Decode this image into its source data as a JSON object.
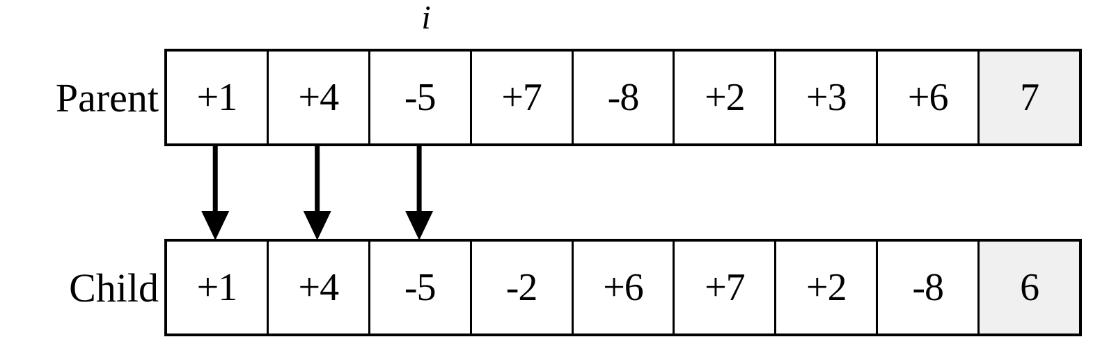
{
  "figure": {
    "index_marker": "i",
    "shaded_color": "#f0f0f0",
    "line_color": "#000000",
    "background": "#ffffff"
  },
  "rows": [
    {
      "label": "Parent",
      "cells": [
        "+1",
        "+4",
        "-5",
        "+7",
        "-8",
        "+2",
        "+3",
        "+6",
        "7"
      ],
      "shaded_index": 8
    },
    {
      "label": "Child",
      "cells": [
        "+1",
        "+4",
        "-5",
        "-2",
        "+6",
        "+7",
        "+2",
        "-8",
        "6"
      ],
      "shaded_index": 8
    }
  ],
  "arrows": [
    {
      "name": "arrow-cell-0",
      "from_cell": 0,
      "to_cell": 0
    },
    {
      "name": "arrow-cell-1",
      "from_cell": 1,
      "to_cell": 1
    },
    {
      "name": "arrow-cell-2",
      "from_cell": 2,
      "to_cell": 2
    }
  ]
}
